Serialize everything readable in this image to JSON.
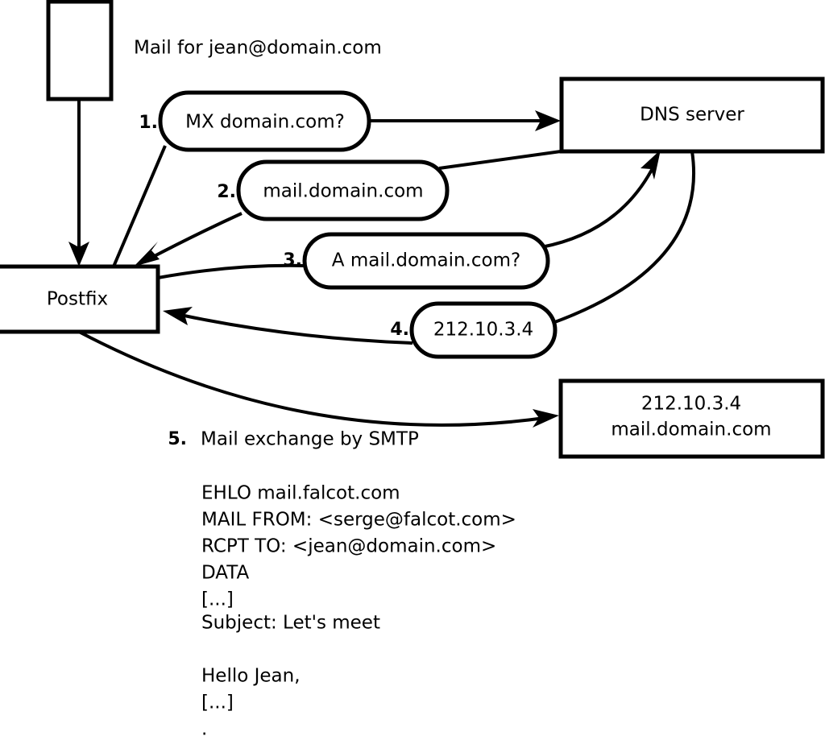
{
  "diagram": {
    "title_label": "Mail for jean@domain.com",
    "nodes": [
      {
        "id": "client",
        "label": ""
      },
      {
        "id": "postfix",
        "label": "Postfix"
      },
      {
        "id": "dns",
        "label": "DNS server"
      },
      {
        "id": "mailserver",
        "label_line1": "212.10.3.4",
        "label_line2": "mail.domain.com"
      }
    ],
    "steps": [
      {
        "num": "1.",
        "label": "MX domain.com?"
      },
      {
        "num": "2.",
        "label": "mail.domain.com"
      },
      {
        "num": "3.",
        "label": "A mail.domain.com?"
      },
      {
        "num": "4.",
        "label": "212.10.3.4"
      },
      {
        "num": "5.",
        "label": "Mail exchange by SMTP"
      }
    ],
    "transcript": [
      "EHLO mail.falcot.com",
      "MAIL FROM: <serge@falcot.com>",
      "RCPT TO: <jean@domain.com>",
      "DATA",
      "[...]",
      "Subject: Let's meet",
      "",
      "Hello Jean,",
      "[...]",
      "."
    ],
    "colors": {
      "stroke": "#000000",
      "fill": "#ffffff",
      "text": "#000000"
    }
  }
}
